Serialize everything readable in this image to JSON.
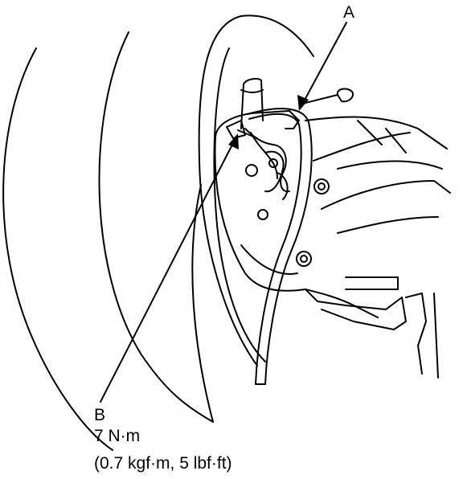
{
  "callouts": {
    "a": "A",
    "b": "B"
  },
  "torque": {
    "nm": "7 N·m",
    "alt": "(0.7 kgf·m, 5 lbf·ft)"
  },
  "colors": {
    "line": "#000000",
    "background": "#ffffff"
  }
}
